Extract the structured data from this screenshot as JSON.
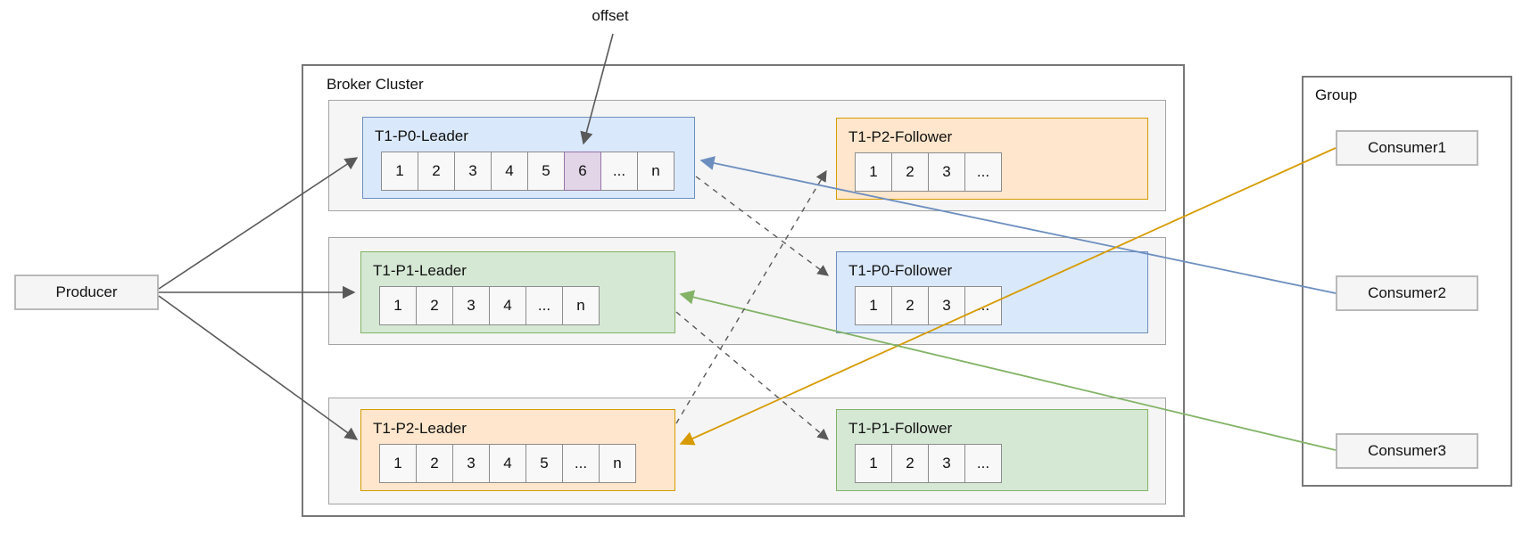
{
  "offset_label": "offset",
  "producer": {
    "label": "Producer"
  },
  "broker_cluster": {
    "title": "Broker Cluster",
    "partitions": [
      {
        "id": "t1-p0-leader",
        "label": "T1-P0-Leader",
        "color": "blue",
        "cells": [
          "1",
          "2",
          "3",
          "4",
          "5",
          "6",
          "...",
          "n"
        ],
        "highlight_index": 5,
        "highlight_meaning": "offset"
      },
      {
        "id": "t1-p2-follower",
        "label": "T1-P2-Follower",
        "color": "orange",
        "cells": [
          "1",
          "2",
          "3",
          "..."
        ]
      },
      {
        "id": "t1-p1-leader",
        "label": "T1-P1-Leader",
        "color": "green",
        "cells": [
          "1",
          "2",
          "3",
          "4",
          "...",
          "n"
        ]
      },
      {
        "id": "t1-p0-follower",
        "label": "T1-P0-Follower",
        "color": "blue",
        "cells": [
          "1",
          "2",
          "3",
          "..."
        ]
      },
      {
        "id": "t1-p2-leader",
        "label": "T1-P2-Leader",
        "color": "orange",
        "cells": [
          "1",
          "2",
          "3",
          "4",
          "5",
          "...",
          "n"
        ]
      },
      {
        "id": "t1-p1-follower",
        "label": "T1-P1-Follower",
        "color": "green",
        "cells": [
          "1",
          "2",
          "3",
          "..."
        ]
      }
    ]
  },
  "group": {
    "title": "Group",
    "consumers": [
      {
        "label": "Consumer1"
      },
      {
        "label": "Consumer2"
      },
      {
        "label": "Consumer3"
      }
    ]
  },
  "edges": [
    {
      "from": "offset-label",
      "to": "t1-p0-leader-cell-6",
      "style": "solid",
      "color": "#595959"
    },
    {
      "from": "producer",
      "to": "t1-p0-leader",
      "style": "solid",
      "color": "#595959"
    },
    {
      "from": "producer",
      "to": "t1-p1-leader",
      "style": "solid",
      "color": "#595959"
    },
    {
      "from": "producer",
      "to": "t1-p2-leader",
      "style": "solid",
      "color": "#595959"
    },
    {
      "from": "consumer1",
      "to": "t1-p2-leader",
      "style": "solid",
      "color": "#d79b00"
    },
    {
      "from": "consumer2",
      "to": "t1-p0-leader",
      "style": "solid",
      "color": "#6c8ebf"
    },
    {
      "from": "consumer3",
      "to": "t1-p1-leader",
      "style": "solid",
      "color": "#82b366"
    },
    {
      "from": "t1-p0-leader",
      "to": "t1-p0-follower",
      "style": "dashed",
      "color": "#595959"
    },
    {
      "from": "t1-p1-leader",
      "to": "t1-p1-follower",
      "style": "dashed",
      "color": "#595959"
    },
    {
      "from": "t1-p2-leader",
      "to": "t1-p2-follower",
      "style": "dashed",
      "color": "#595959"
    }
  ],
  "colors": {
    "blue_fill": "#dae8fc",
    "blue_border": "#6c8ebf",
    "green_fill": "#d5e8d4",
    "green_border": "#82b366",
    "orange_fill": "#ffe6cc",
    "orange_border": "#d79b00",
    "purple_fill": "#e1d5e7",
    "purple_border": "#9673a6",
    "row_fill": "#f5f5f5",
    "row_border": "#a3a3a3",
    "outer_border": "#787878",
    "node_fill": "#f5f5f5",
    "node_border": "#b9b9b9",
    "cell_fill": "#f8f8f8",
    "cell_border": "#8c8c8c",
    "arrow_gray": "#595959",
    "text": "#111111"
  }
}
